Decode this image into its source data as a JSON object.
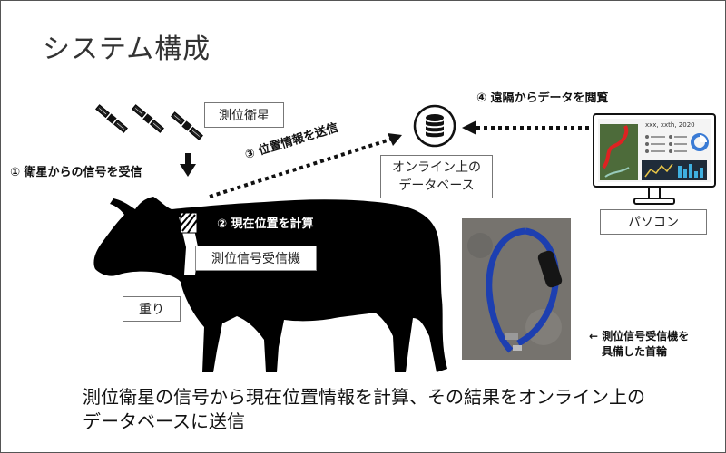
{
  "title": "システム構成",
  "labels": {
    "satellite": "測位衛星",
    "step1": "① 衛星からの信号を受信",
    "step2": "② 現在位置を計算",
    "step3": "③ 位置情報を送信",
    "step4": "④ 遠隔からデータを閲覧",
    "database_line1": "オンライン上の",
    "database_line2": "データベース",
    "pc": "パソコン",
    "receiver": "測位信号受信機",
    "weight": "重り",
    "collar_line1": "← 測位信号受信機を",
    "collar_line2": "具備した首輪",
    "screen_date": "xxx, xxth, 2020"
  },
  "caption": {
    "line1": "測位衛星の信号から現在位置情報を計算、その結果をオンライン上の",
    "line2": "データベースに送信"
  },
  "icons": {
    "satellite": "satellite-icon",
    "database": "database-icon",
    "monitor": "monitor-icon",
    "cow": "cow-silhouette"
  },
  "colors": {
    "collar": "#1d3fb0",
    "arrow": "#111111"
  }
}
